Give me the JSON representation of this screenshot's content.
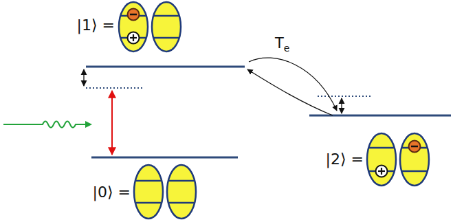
{
  "diagram": {
    "labels": [
      "|1⟩ =",
      "Te",
      "|2⟩ =",
      "|0⟩ ="
    ]
  }
}
